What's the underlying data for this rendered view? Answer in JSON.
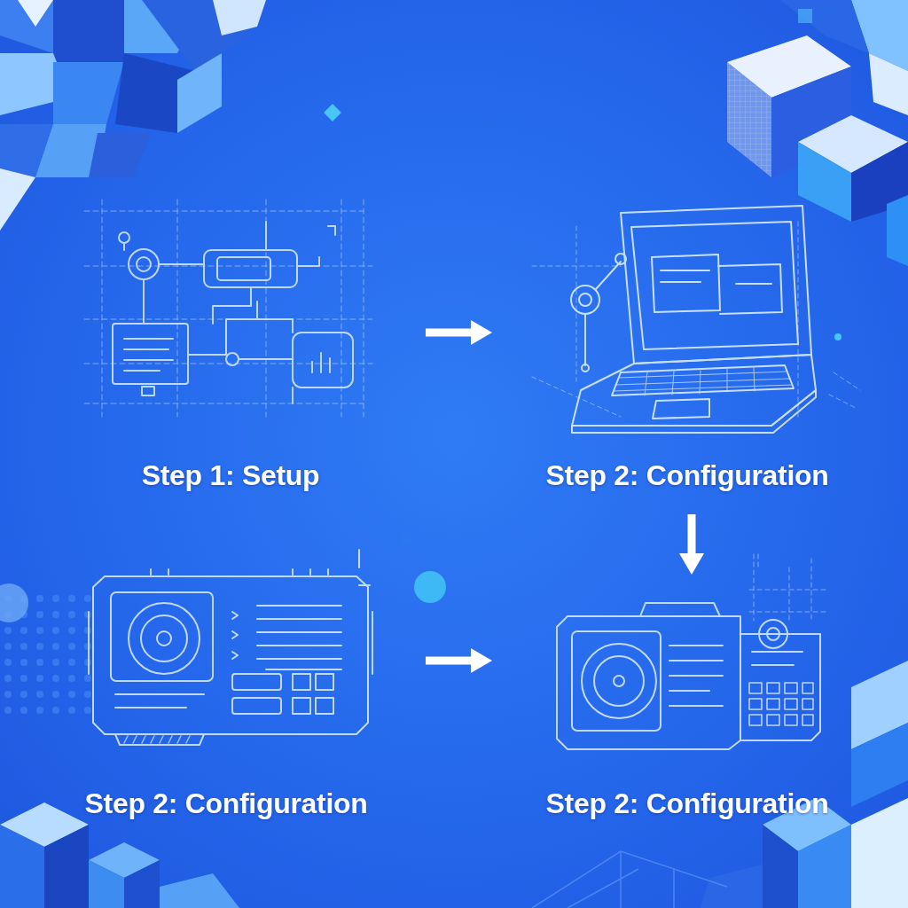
{
  "diagram": {
    "nodes": [
      {
        "text": [
          "Step 1: Setup"
        ]
      },
      {
        "text": [
          "Step 2: Configuration"
        ]
      },
      {
        "text": [
          "Step 2: Configuration"
        ]
      },
      {
        "text": [
          "Step 2: Configuration"
        ]
      }
    ],
    "edges": [
      {
        "from": 0,
        "to": 1,
        "arrow": "to"
      },
      {
        "from": 1,
        "to": 3,
        "arrow": "to"
      },
      {
        "from": 2,
        "to": 3,
        "arrow": "to"
      }
    ]
  }
}
